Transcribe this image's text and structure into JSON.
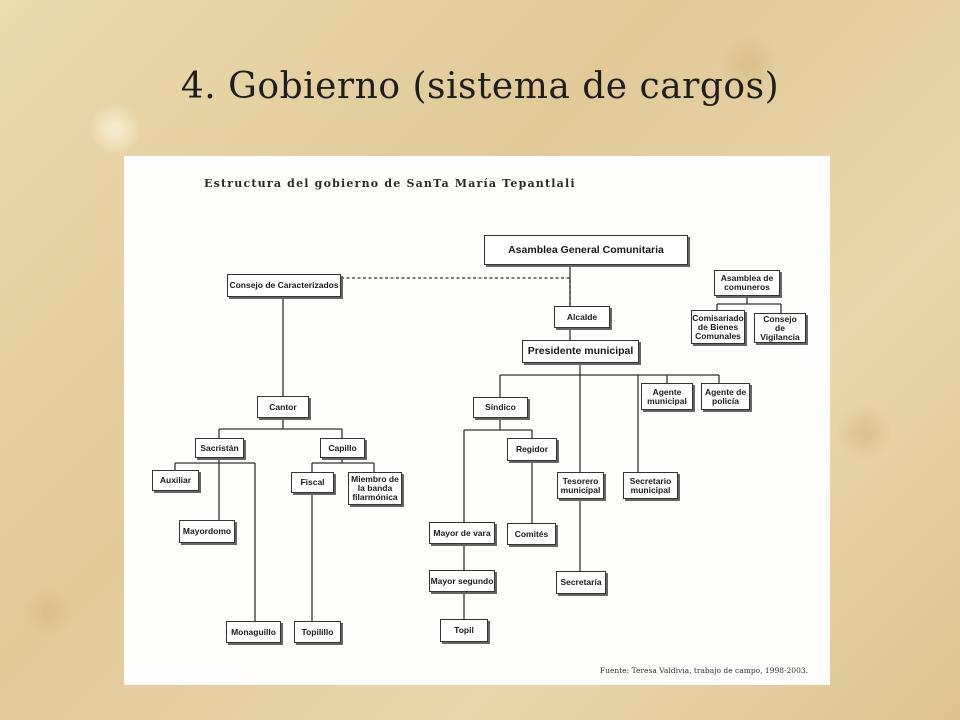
{
  "slide": {
    "title": "4. Gobierno (sistema de cargos)"
  },
  "chart": {
    "title": "Estructura del gobierno de SanTa María Tepantlali",
    "source": "Fuente: Teresa Valdivia, trabajo de campo, 1998-2003."
  },
  "nodes": {
    "asamblea_general": "Asamblea General Comunitaria",
    "consejo_caracterizados": "Consejo de Caracterizados",
    "asamblea_comuneros": "Asamblea de\ncomuneros",
    "comisariado": "Comisariado\nde Bienes\nComunales",
    "consejo_vigilancia": "Consejo\nde Vigilancia",
    "alcalde": "Alcalde",
    "presidente": "Presidente municipal",
    "agente_municipal": "Agente\nmunicipal",
    "agente_policia": "Agente de\npolicía",
    "cantor": "Cantor",
    "sindico": "Síndico",
    "sacristan": "Sacristán",
    "capillo": "Capillo",
    "regidor": "Regidor",
    "auxiliar": "Auxiliar",
    "fiscal": "Fiscal",
    "miembro_banda": "Miembro de\nla banda\nfilarmónica",
    "tesorero": "Tesorero\nmunicipal",
    "secretario": "Secretario\nmunicipal",
    "mayordomo": "Mayordomo",
    "mayor_vara": "Mayor de vara",
    "comites": "Comités",
    "mayor_segundo": "Mayor segundo",
    "secretaria": "Secretaría",
    "monaguillo": "Monaguillo",
    "topilillo": "Topilillo",
    "topil": "Topil"
  }
}
